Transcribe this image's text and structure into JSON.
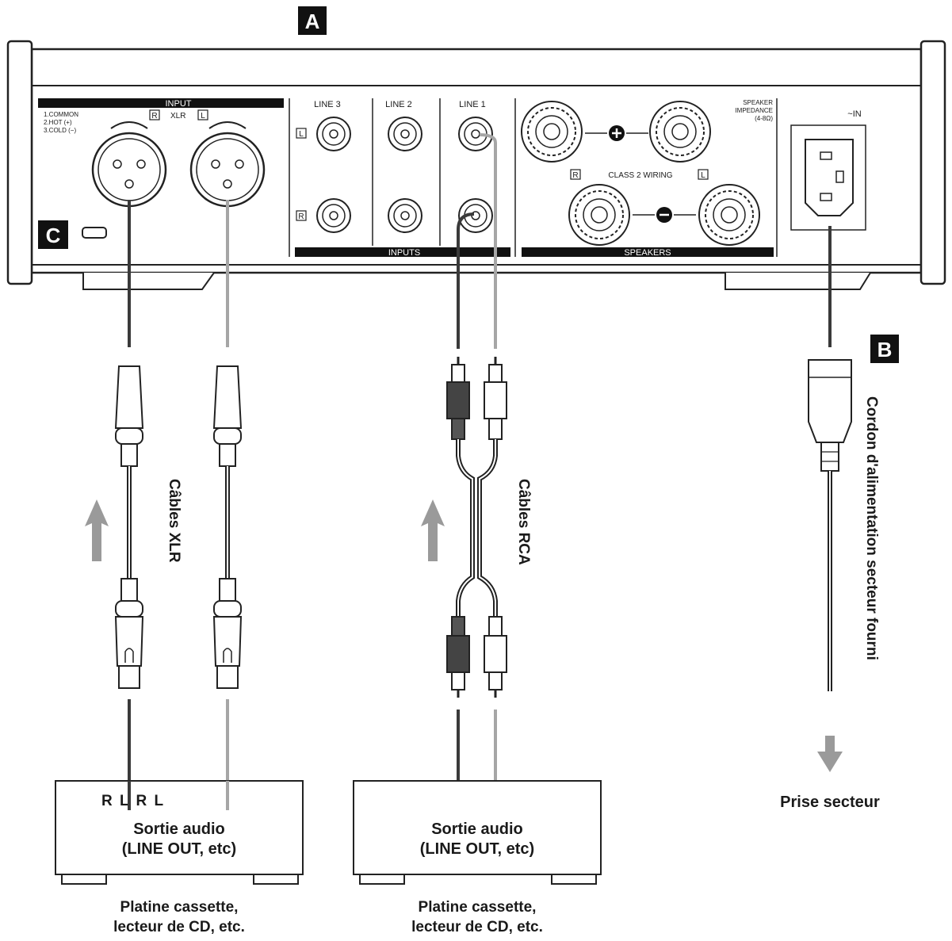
{
  "tags": {
    "a": "A",
    "b": "B",
    "c": "C"
  },
  "panel": {
    "input_header": "INPUT",
    "xlr_pin_1": "1.COMMON",
    "xlr_pin_2": "2.HOT (+)",
    "xlr_pin_3": "3.COLD (−)",
    "xlr_r": "R",
    "xlr_label": "XLR",
    "xlr_l": "L",
    "line3": "LINE 3",
    "line2": "LINE 2",
    "line1": "LINE 1",
    "line3_l": "L",
    "line3_r": "R",
    "inputs_header": "INPUTS",
    "speaker_impedance_1": "SPEAKER",
    "speaker_impedance_2": "IMPEDANCE",
    "speaker_impedance_3": "(4-8Ω)",
    "speaker_r": "R",
    "class2": "CLASS 2 WIRING",
    "speaker_l": "L",
    "speakers_header": "SPEAKERS",
    "ac_in": "~IN"
  },
  "cables": {
    "xlr_label": "Câbles XLR",
    "rca_label": "Câbles RCA",
    "power_label": "Cordon d'alimentation secteur fourni",
    "outlet_label": "Prise secteur"
  },
  "devices": [
    {
      "channels": "R L R L",
      "output_line1": "Sortie audio",
      "output_line2": "(LINE OUT, etc)",
      "caption_line1": "Platine cassette,",
      "caption_line2": "lecteur de CD, etc."
    },
    {
      "output_line1": "Sortie audio",
      "output_line2": "(LINE OUT, etc)",
      "caption_line1": "Platine cassette,",
      "caption_line2": "lecteur de CD, etc."
    }
  ],
  "colors": {
    "dark_cable": "#3a3a3a",
    "light_cable": "#a6a6a6",
    "arrow_gray": "#9a9a9a",
    "label_black": "#1a1a1a"
  }
}
